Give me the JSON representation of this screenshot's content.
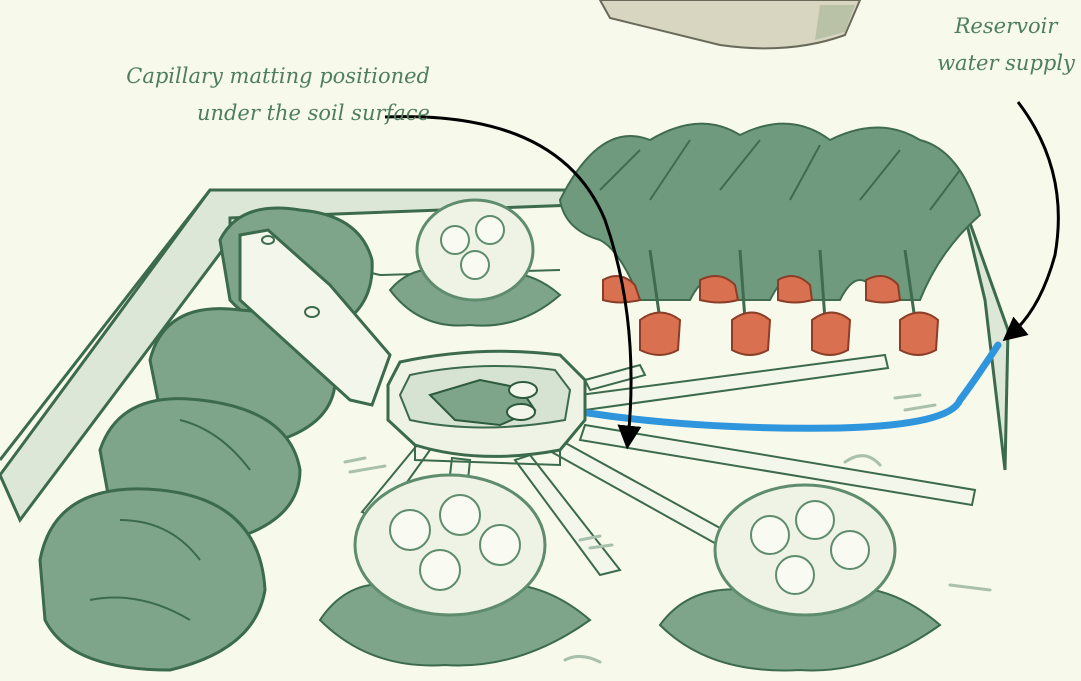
{
  "labels": {
    "capillary_mat": {
      "line1": "Capillary matting positioned",
      "line2": "under the soil surface"
    },
    "reservoir": {
      "line1": "Reservoir",
      "line2": "water supply"
    }
  },
  "colors": {
    "background": "#f7f9ea",
    "foliage": "#6f9a7d",
    "foliage_dark": "#3f6b4f",
    "outline": "#3b6a4c",
    "carrot": "#d9704f",
    "water_pipe": "#2f95dc",
    "label_text": "#4e7e5d",
    "arrow": "#000000"
  }
}
